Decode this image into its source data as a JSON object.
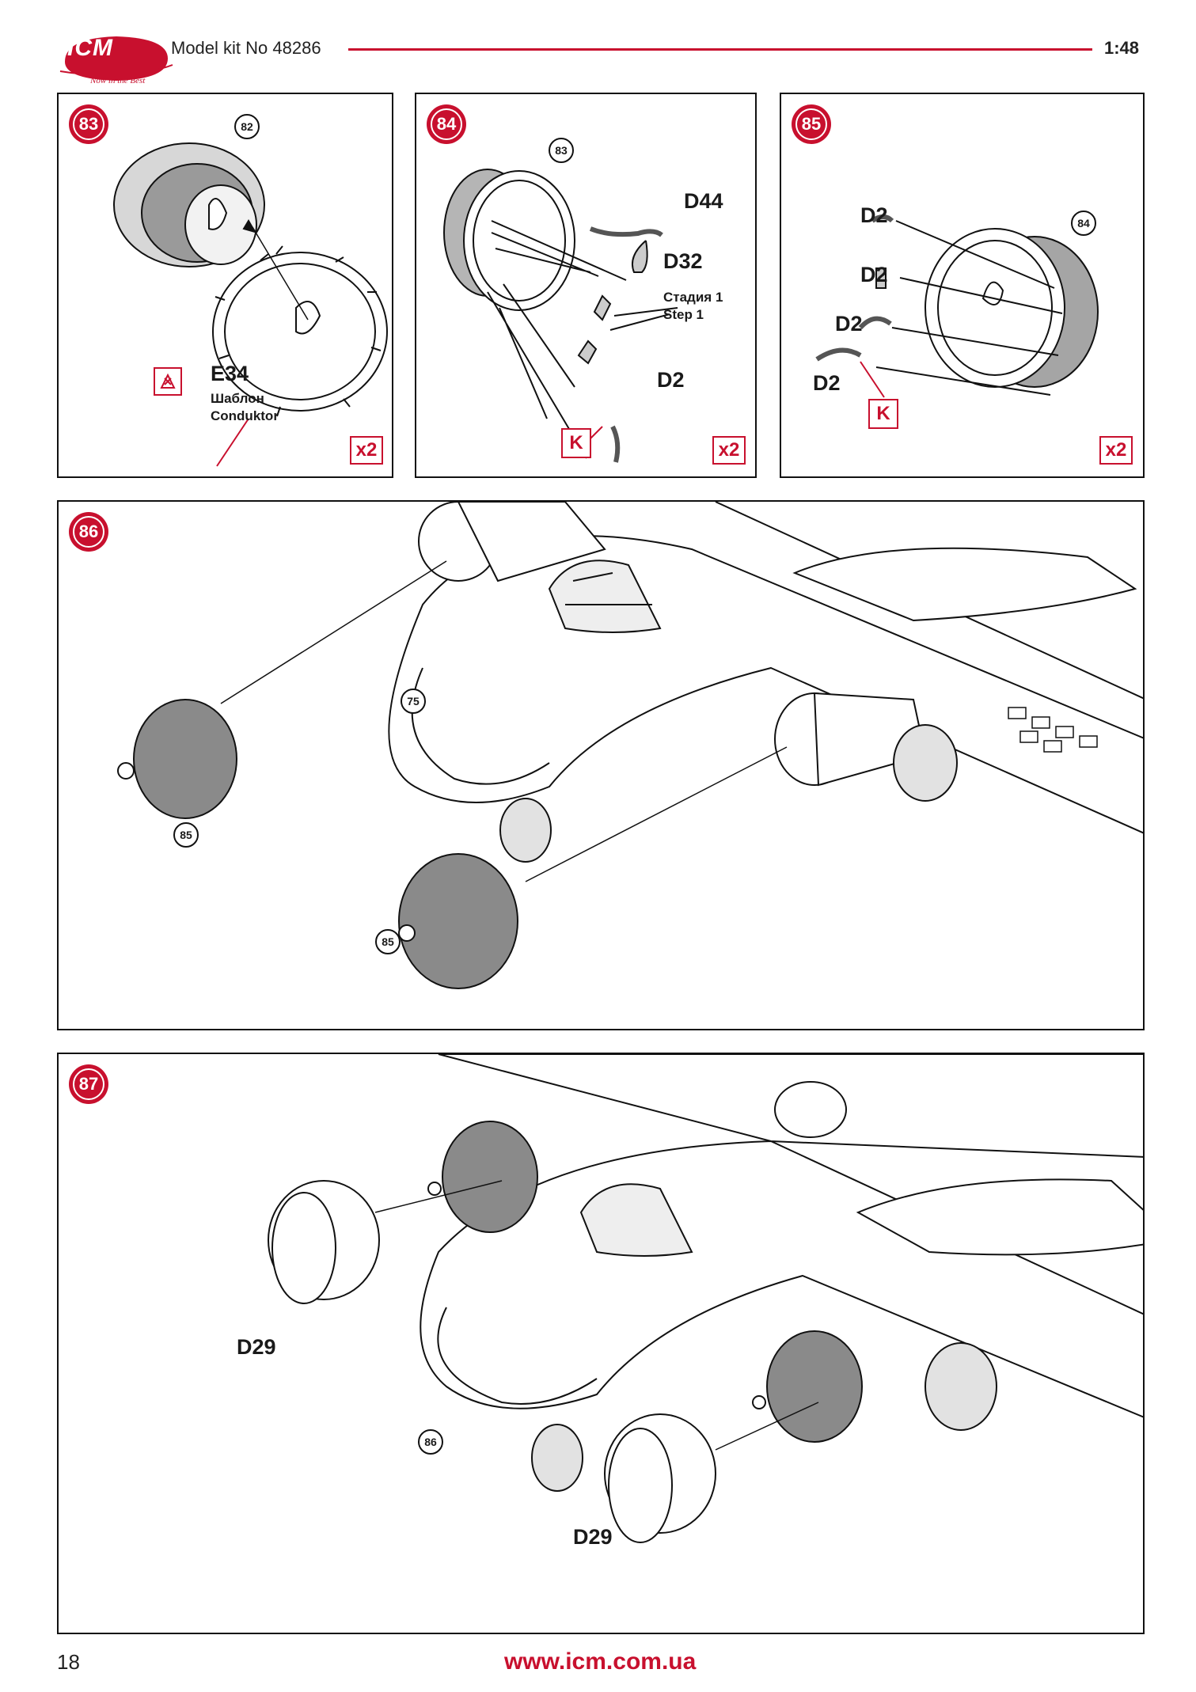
{
  "header": {
    "brand": "ICM",
    "tagline": "Now in the Best",
    "kit_title": "Model kit No 48286",
    "scale": "1:48"
  },
  "steps": [
    {
      "number": "83",
      "ref": "82",
      "part": "E34",
      "note_ru": "Шаблон",
      "note_en": "Conduktor",
      "multiplier": "x2"
    },
    {
      "number": "84",
      "ref": "83",
      "parts": [
        "D44",
        "D32",
        "D2"
      ],
      "note_ru": "Стадия 1",
      "note_en": "Step 1",
      "marker": "K",
      "multiplier": "x2"
    },
    {
      "number": "85",
      "ref": "84",
      "parts": [
        "D2",
        "D2",
        "D2",
        "D2"
      ],
      "marker": "K",
      "multiplier": "x2"
    },
    {
      "number": "86",
      "refs": [
        "75",
        "85",
        "85"
      ]
    },
    {
      "number": "87",
      "ref": "86",
      "parts": [
        "D29",
        "D29"
      ]
    }
  ],
  "footer": {
    "page_number": "18",
    "website": "www.icm.com.ua"
  },
  "colors": {
    "accent": "#c8102e",
    "line": "#111111"
  }
}
